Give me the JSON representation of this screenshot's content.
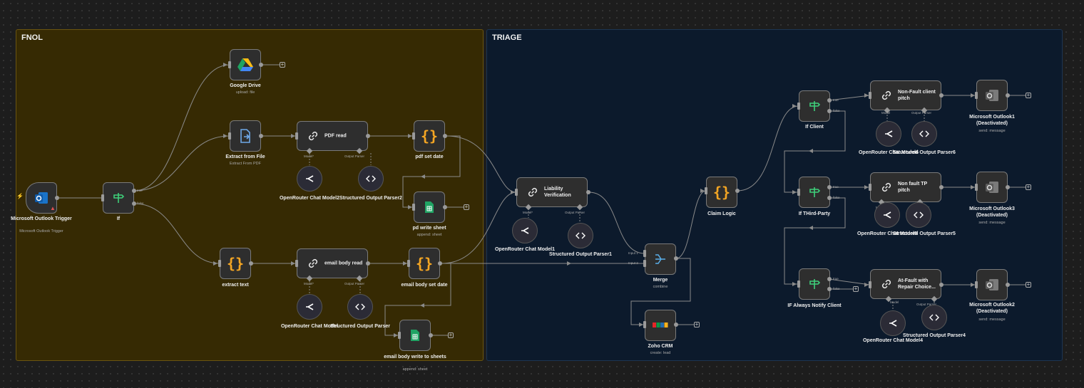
{
  "groups": {
    "fnol": "FNOL",
    "triage": "TRIAGE"
  },
  "nodes": {
    "outlook_trigger": {
      "label": "Microsoft Outlook Trigger",
      "sub": "Microsoft Outlook Trigger"
    },
    "if": {
      "label": "If"
    },
    "google_drive": {
      "label": "Google Drive",
      "sub": "upload: file"
    },
    "extract_file": {
      "label": "Extract from File",
      "sub": "Extract From PDF"
    },
    "pdf_read": {
      "label": "PDF read"
    },
    "openrouter2": {
      "label": "OpenRouter Chat Model2"
    },
    "parser2": {
      "label": "Structured Output Parser2"
    },
    "pdf_set_date": {
      "label": "pdf set date"
    },
    "pd_write_sheet": {
      "label": "pd write sheet",
      "sub": "append: sheet"
    },
    "extract_text": {
      "label": "extract text"
    },
    "email_body_read": {
      "label": "email body read"
    },
    "openrouter": {
      "label": "OpenRouter Chat Model"
    },
    "parser": {
      "label": "Structured Output Parser"
    },
    "email_body_set_date": {
      "label": "email body set date"
    },
    "email_write_sheets": {
      "label": "email body write to sheets",
      "sub": "append: sheet"
    },
    "liability": {
      "label": "Liability Verification"
    },
    "openrouter1": {
      "label": "OpenRouter Chat Model1"
    },
    "parser1": {
      "label": "Structured Output Parser1"
    },
    "merge": {
      "label": "Merge",
      "sub": "combine"
    },
    "zoho": {
      "label": "Zoho CRM",
      "sub": "create: lead"
    },
    "claim_logic": {
      "label": "Claim Logic"
    },
    "if_client": {
      "label": "If Client"
    },
    "if_third": {
      "label": "If THird-Party"
    },
    "if_always": {
      "label": "IF Always Notify Client"
    },
    "nonfault_client": {
      "label": "Non-Fault client pitch"
    },
    "nonfault_tp": {
      "label": "Non fault TP pitch"
    },
    "atfault": {
      "label": "At-Fault with Repair Choice..."
    },
    "openrouter6": {
      "label": "OpenRouter Chat Model6"
    },
    "parser6": {
      "label": "Structured Output Parser6"
    },
    "openrouter5": {
      "label": "OpenRouter Chat Model5"
    },
    "parser5": {
      "label": "Structured Output Parser5"
    },
    "openrouter4": {
      "label": "OpenRouter Chat Model4"
    },
    "parser4": {
      "label": "Structured Output Parser4"
    },
    "outlook1": {
      "label": "Microsoft Outlook1 (Deactivated)",
      "sub": "send: message"
    },
    "outlook3": {
      "label": "Microsoft Outlook3 (Deactivated)",
      "sub": "send: message"
    },
    "outlook2": {
      "label": "Microsoft Outlook2 (Deactivated)",
      "sub": "send: message"
    }
  },
  "ports": {
    "true": "true",
    "false": "false",
    "model": "Model*",
    "model_plain": "Model",
    "output_parser": "Output Parser",
    "input1": "Input 1",
    "input2": "Input 2"
  },
  "colors": {
    "fnol_bg": "#362a03",
    "fnol_border": "#6b5510",
    "triage_bg": "#0c1a2c",
    "triage_border": "#1d3552",
    "wire": "#8a8a8a",
    "if_green": "#3ecf7a",
    "set_orange": "#f5a623"
  }
}
